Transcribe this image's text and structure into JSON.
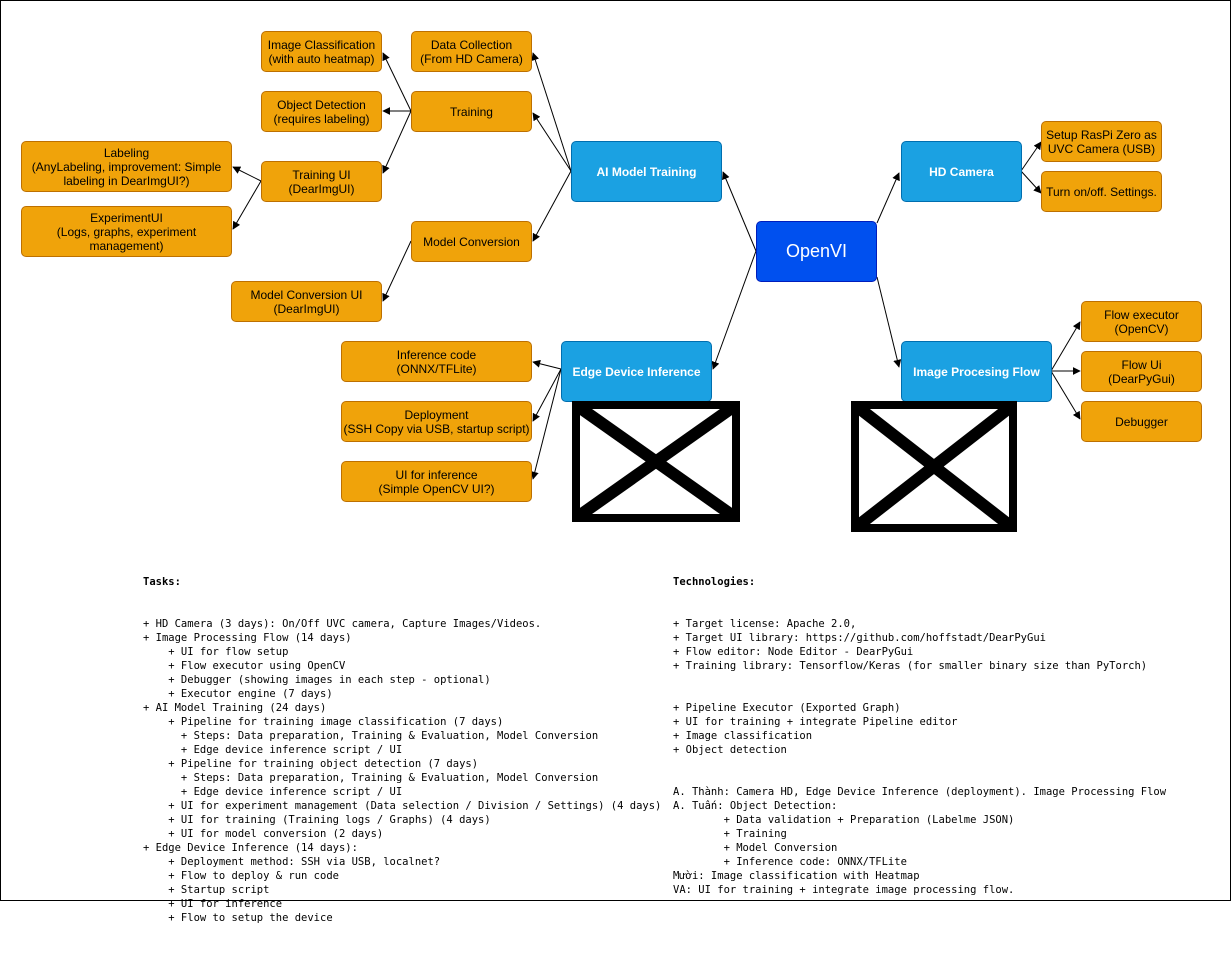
{
  "diagram": {
    "root": {
      "label": "OpenVI"
    },
    "branches": {
      "ai_training": {
        "label": "AI Model Training"
      },
      "hd_camera": {
        "label": "HD Camera"
      },
      "edge_inference": {
        "label": "Edge Device Inference"
      },
      "image_flow": {
        "label": "Image Procesing Flow"
      }
    },
    "tasks": {
      "data_collection": {
        "line1": "Data Collection",
        "line2": "(From HD Camera)"
      },
      "training": {
        "line1": "Training"
      },
      "model_conversion": {
        "line1": "Model Conversion"
      },
      "image_classification": {
        "line1": "Image Classification",
        "line2": "(with auto heatmap)"
      },
      "object_detection": {
        "line1": "Object Detection",
        "line2": "(requires labeling)"
      },
      "training_ui": {
        "line1": "Training UI",
        "line2": "(DearImgUI)"
      },
      "labeling": {
        "line1": "Labeling",
        "line2": "(AnyLabeling, improvement: Simple",
        "line3": "labeling in DearImgUI?)"
      },
      "experiment_ui": {
        "line1": "ExperimentUI",
        "line2": "(Logs, graphs, experiment",
        "line3": "management)"
      },
      "model_conversion_ui": {
        "line1": "Model Conversion UI",
        "line2": "(DearImgUI)"
      },
      "setup_raspi": {
        "line1": "Setup RasPi Zero as",
        "line2": "UVC Camera (USB)"
      },
      "turn_on_off": {
        "line1": "Turn on/off. Settings."
      },
      "inference_code": {
        "line1": "Inference code",
        "line2": "(ONNX/TFLite)"
      },
      "deployment": {
        "line1": "Deployment",
        "line2": "(SSH Copy via USB, startup script)"
      },
      "ui_inference": {
        "line1": "UI for inference",
        "line2": "(Simple OpenCV UI?)"
      },
      "flow_executor": {
        "line1": "Flow executor",
        "line2": "(OpenCV)"
      },
      "flow_ui": {
        "line1": "Flow Ui",
        "line2": "(DearPyGui)"
      },
      "debugger": {
        "line1": "Debugger"
      }
    }
  },
  "tasks_text": {
    "title": "Tasks:",
    "lines": [
      "+ HD Camera (3 days): On/Off UVC camera, Capture Images/Videos.",
      "+ Image Processing Flow (14 days)",
      "    + UI for flow setup",
      "    + Flow executor using OpenCV",
      "    + Debugger (showing images in each step - optional)",
      "    + Executor engine (7 days)",
      "+ AI Model Training (24 days)",
      "    + Pipeline for training image classification (7 days)",
      "      + Steps: Data preparation, Training & Evaluation, Model Conversion",
      "      + Edge device inference script / UI",
      "    + Pipeline for training object detection (7 days)",
      "      + Steps: Data preparation, Training & Evaluation, Model Conversion",
      "      + Edge device inference script / UI",
      "    + UI for experiment management (Data selection / Division / Settings) (4 days)",
      "    + UI for training (Training logs / Graphs) (4 days)",
      "    + UI for model conversion (2 days)",
      "+ Edge Device Inference (14 days):",
      "    + Deployment method: SSH via USB, localnet?",
      "    + Flow to deploy & run code",
      "    + Startup script",
      "    + UI for inference",
      "    + Flow to setup the device"
    ]
  },
  "tech_text": {
    "title": "Technologies:",
    "lines": [
      "+ Target license: Apache 2.0,",
      "+ Target UI library: https://github.com/hoffstadt/DearPyGui",
      "+ Flow editor: Node Editor - DearPyGui",
      "+ Training library: Tensorflow/Keras (for smaller binary size than PyTorch)",
      "",
      "",
      "+ Pipeline Executor (Exported Graph)",
      "+ UI for training + integrate Pipeline editor",
      "+ Image classification",
      "+ Object detection",
      "",
      "",
      "A. Thành: Camera HD, Edge Device Inference (deployment). Image Processing Flow",
      "A. Tuấn: Object Detection:",
      "        + Data validation + Preparation (Labelme JSON)",
      "        + Training",
      "        + Model Conversion",
      "        + Inference code: ONNX/TFLite",
      "Mười: Image classification with Heatmap",
      "VA: UI for training + integrate image processing flow."
    ]
  },
  "colors": {
    "task_fill": "#f0a30a",
    "task_border": "#bd7000",
    "branch_fill": "#1ba1e2",
    "branch_border": "#006eaf",
    "root_fill": "#0050ef",
    "root_border": "#001dbc",
    "edge": "#000000"
  }
}
